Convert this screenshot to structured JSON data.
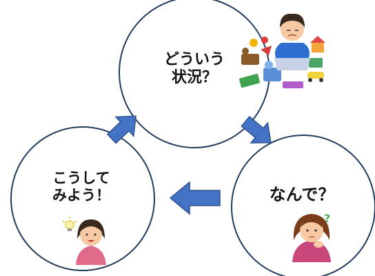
{
  "cycle": {
    "top": {
      "lines": [
        "どういう",
        "状況？"
      ],
      "illustration": "boy-surrounded-by-scattered-toys"
    },
    "right": {
      "lines": [
        "なんで？"
      ],
      "illustration": "thinking-woman-with-question-mark"
    },
    "left": {
      "lines": [
        "こうして",
        "みよう！"
      ],
      "illustration": "girl-with-lightbulb-idea"
    }
  },
  "colors": {
    "circle_stroke": "#1f3a5c",
    "arrow_fill": "#4472c4",
    "arrow_stroke": "#2f528f",
    "text": "#111111"
  }
}
